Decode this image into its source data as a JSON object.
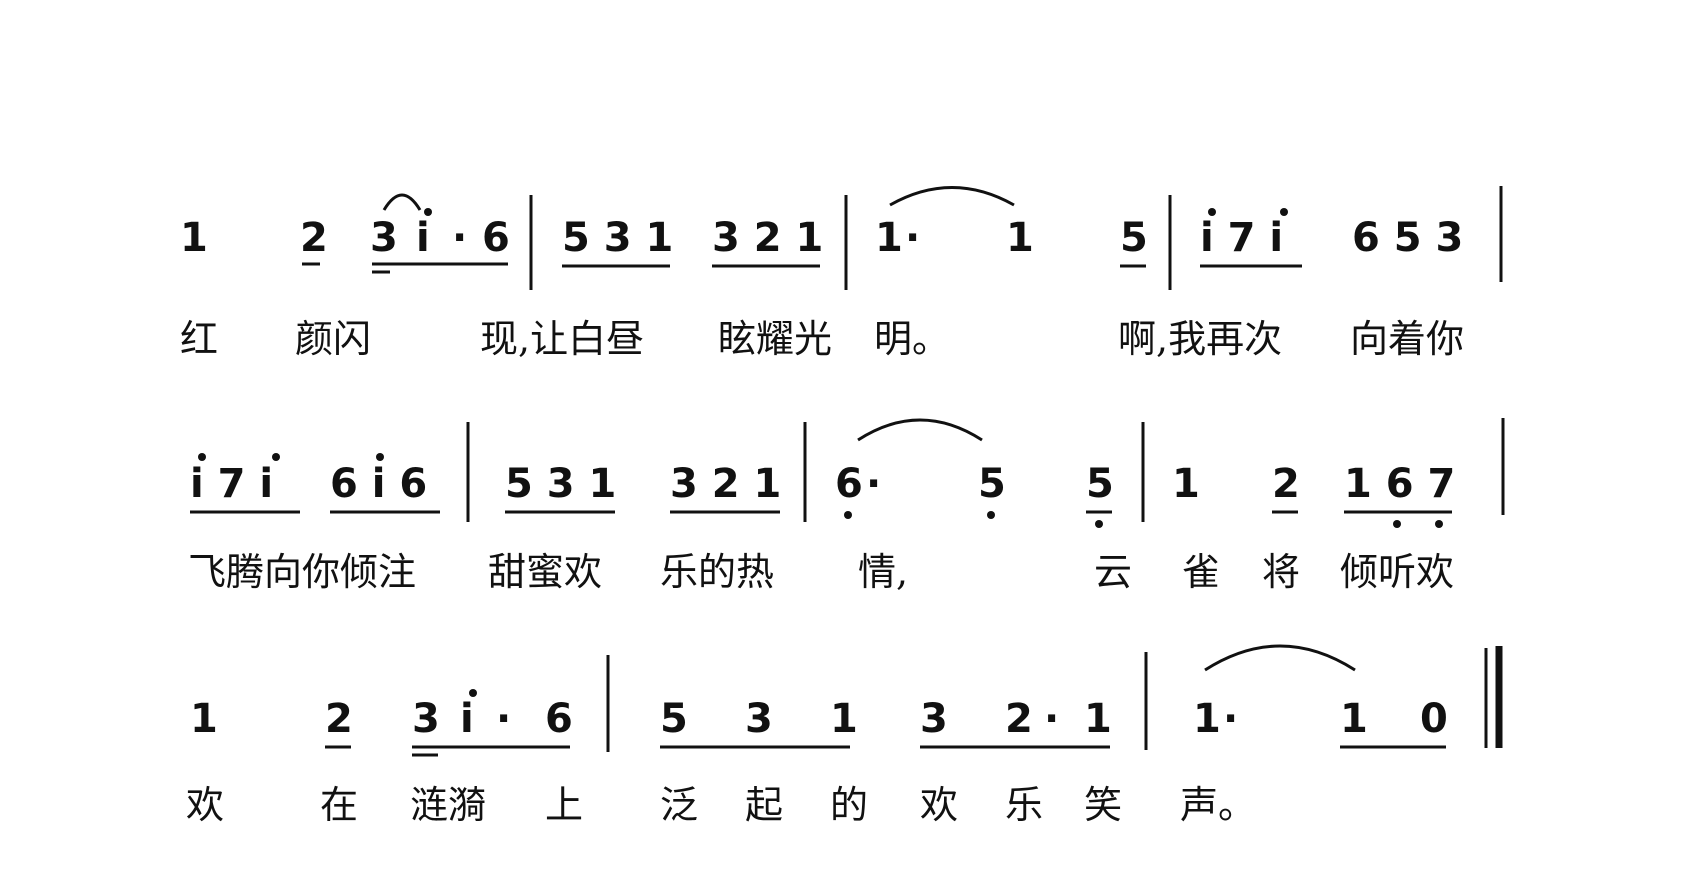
{
  "systems": [
    {
      "notes": [
        "1",
        "2",
        "3",
        "i",
        "·",
        "6",
        "5 3 1",
        "3 2 1",
        "1",
        "·",
        "1",
        "5",
        "i 7 i",
        "6 5 3"
      ],
      "lyrics": [
        "红",
        "颜闪",
        "现,让白昼",
        "眩耀光",
        "明。",
        "啊,我再次",
        "向着你"
      ]
    },
    {
      "notes": [
        "i 7 i",
        "6 i 6",
        "5 3 1",
        "3 2 1",
        "6",
        "·",
        "5",
        "5",
        "1",
        "2",
        "1 6 7"
      ],
      "lyrics": [
        "飞腾向你倾注",
        "甜蜜欢",
        "乐的热",
        "情,",
        "云",
        "雀",
        "将",
        "倾听欢"
      ]
    },
    {
      "notes": [
        "1",
        "2",
        "3",
        "i",
        "·",
        "6",
        "5",
        "3",
        "1",
        "3",
        "2",
        "·",
        "1",
        "1",
        "·",
        "1",
        "0"
      ],
      "lyrics": [
        "欢",
        "在",
        "涟漪",
        "上",
        "泛",
        "起",
        "的",
        "欢",
        "乐",
        "笑",
        "声。"
      ]
    }
  ]
}
